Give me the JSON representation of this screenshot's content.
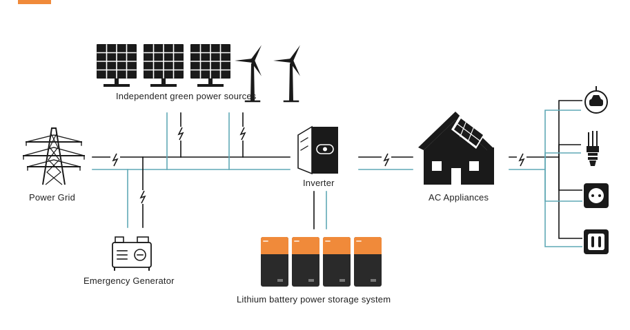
{
  "colors": {
    "accent": "#F08A3A",
    "wire_dark": "#111111",
    "wire_teal": "#5FA8B5",
    "icon": "#1a1a1a",
    "battery_top": "#F08A3A",
    "battery_body": "#2a2a2a"
  },
  "labels": {
    "green_sources": "Independent green power sources",
    "power_grid": "Power Grid",
    "inverter": "Inverter",
    "ac_appliances": "AC Appliances",
    "emergency_generator": "Emergency Generator",
    "battery_system": "Lithium battery power storage system"
  },
  "icons": {
    "solar_panel": "solar-panel-icon",
    "wind_turbine": "wind-turbine-icon",
    "pylon": "power-pylon-icon",
    "generator": "generator-icon",
    "inverter": "inverter-icon",
    "battery": "battery-module-icon",
    "house": "solar-house-icon",
    "ev_charger": "ev-car-icon",
    "bulb": "light-bulb-icon",
    "round_socket": "round-socket-icon",
    "two_pin_socket": "two-pin-socket-icon",
    "lightning": "lightning-bolt-icon"
  }
}
